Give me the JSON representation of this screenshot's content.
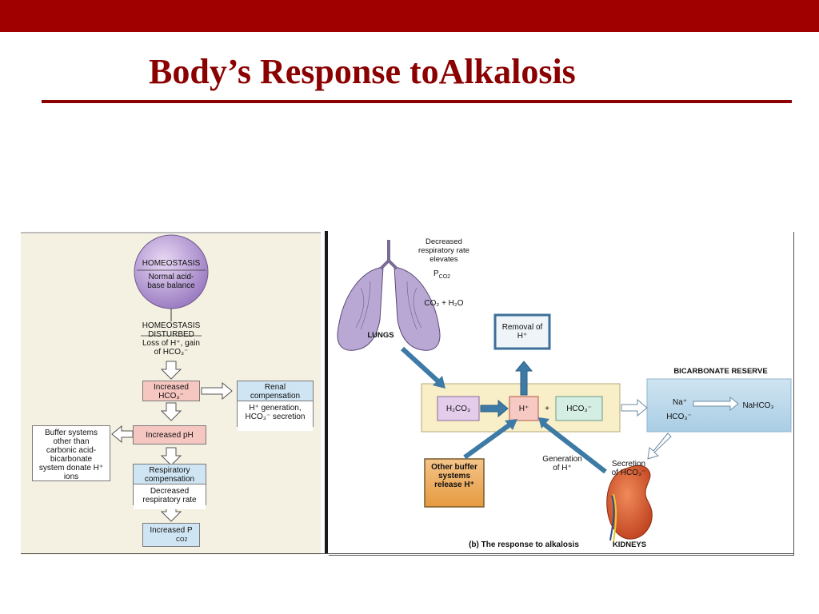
{
  "slide": {
    "title": "Body’s Response toAlkalosis",
    "colors": {
      "accent": "#a00000",
      "title": "#8b0000"
    }
  },
  "panel_a": {
    "homeostasis_title": "HOMEOSTASIS",
    "homeostasis_body": "Normal acid-base balance",
    "disturbed_title": "HOMEOSTASIS DISTURBED",
    "disturbed_body": "Loss of H⁺, gain of HCO₃⁻",
    "increased_hco3": "Increased HCO₃⁻",
    "renal_title": "Renal compensation",
    "renal_body": "H⁺ generation, HCO₃⁻ secretion",
    "increased_ph": "Increased pH",
    "buffer_box": "Buffer systems other than carbonic acid-bicarbonate system donate H⁺ ions",
    "resp_title": "Respiratory compensation",
    "resp_body": "Decreased respiratory rate",
    "increased_pco2": "Increased P",
    "pco2_sub": "CO2"
  },
  "panel_b": {
    "decreased_label": "Decreased respiratory rate elevates",
    "pco2": "P",
    "pco2_sub": "CO2",
    "co2_h2o": "CO₂ + H₂O",
    "lungs": "LUNGS",
    "removal": "Removal of H⁺",
    "bicarbonate_reserve": "BICARBONATE RESERVE",
    "h2co3": "H₂CO₃",
    "h_plus": "H⁺",
    "plus": "+",
    "hco3": "HCO₃⁻",
    "na_plus": "Na⁺",
    "reserve_hco3": "HCO₃⁻",
    "nahco3": "NaHCO₃",
    "other_buffer": "Other buffer systems release H⁺",
    "generation": "Generation of H⁺",
    "secretion": "Secretion of HCO₃⁻",
    "caption": "(b) The response to alkalosis",
    "kidneys": "KIDNEYS"
  }
}
